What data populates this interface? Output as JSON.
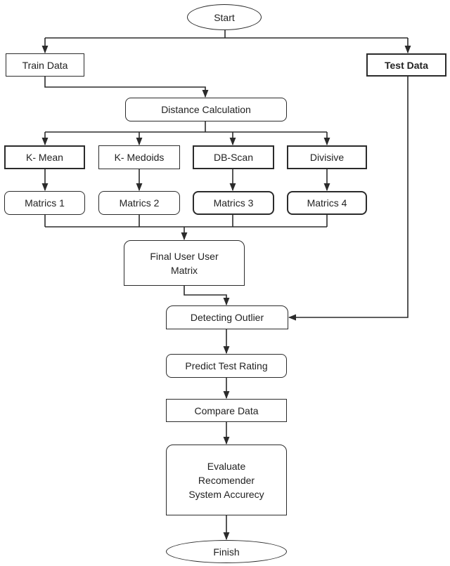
{
  "flowchart": {
    "start": "Start",
    "train_data": "Train Data",
    "test_data": "Test Data",
    "distance_calculation": "Distance Calculation",
    "methods": [
      {
        "label": "K- Mean",
        "result": "Matrics 1"
      },
      {
        "label": "K- Medoids",
        "result": "Matrics 2"
      },
      {
        "label": "DB-Scan",
        "result": "Matrics 3"
      },
      {
        "label": "Divisive",
        "result": "Matrics 4"
      }
    ],
    "final_matrix": [
      "Final User User",
      "Matrix"
    ],
    "detecting_outlier": "Detecting Outlier",
    "predict_test_rating": "Predict Test Rating",
    "compare_data": "Compare Data",
    "evaluate": [
      "Evaluate",
      "Recomender",
      "System Accurecy"
    ],
    "finish": "Finish"
  }
}
